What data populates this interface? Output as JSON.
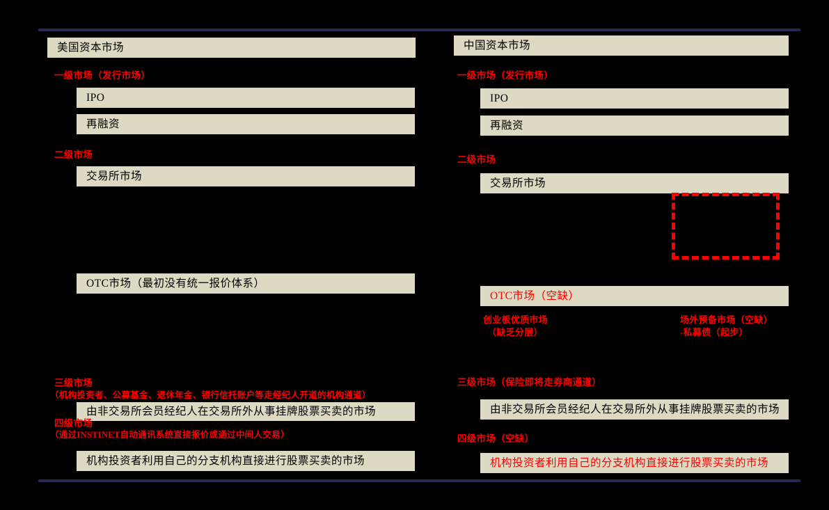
{
  "slide": {
    "background_color": "#000000",
    "box_color": "#DDD9C3",
    "rule_color": "#272A50",
    "accent_color": "#FF0000"
  },
  "us_column": {
    "header": "美国资本市场",
    "primary_market_label": "一级市场（发行市场）",
    "ipo": "IPO",
    "refinancing": "再融资",
    "secondary_market_label": "二级市场",
    "exchange_market": "交易所市场",
    "otc_market": "OTC市场（最初没有统一报价体系）",
    "third_market_label": "三级市场",
    "third_market_sub": "（机构投资者、公募基金、退休年金、银行信托账户等走经纪人开道的机构通道）",
    "third_market_box": "由非交易所会员经纪人在交易所外从事挂牌股票买卖的市场",
    "fourth_market_label": "四级市场",
    "fourth_market_sub": "（通过INSTINET自动通讯系统直接报价或通过中间人交易）",
    "fourth_market_box": "机构投资者利用自己的分支机构直接进行股票买卖的市场"
  },
  "cn_column": {
    "header": "中国资本市场",
    "primary_market_label": "一级市场（发行市场）",
    "ipo": "IPO",
    "refinancing": "再融资",
    "secondary_market_label": "二级市场",
    "exchange_market": "交易所市场",
    "otc_market": "OTC市场（空缺）",
    "note_left_line1": "创业板优质市场",
    "note_left_line2": "（缺乏分层）",
    "note_right_line1": "场外预备市场（空缺）",
    "note_right_line2": "-私募债（起步）",
    "third_market_label": "三级市场（保险即将走券商通道）",
    "third_market_box": "由非交易所会员经纪人在交易所外从事挂牌股票买卖的市场",
    "fourth_market_label": "四级市场（空缺）",
    "fourth_market_box": "机构投资者利用自己的分支机构直接进行股票买卖的市场"
  }
}
